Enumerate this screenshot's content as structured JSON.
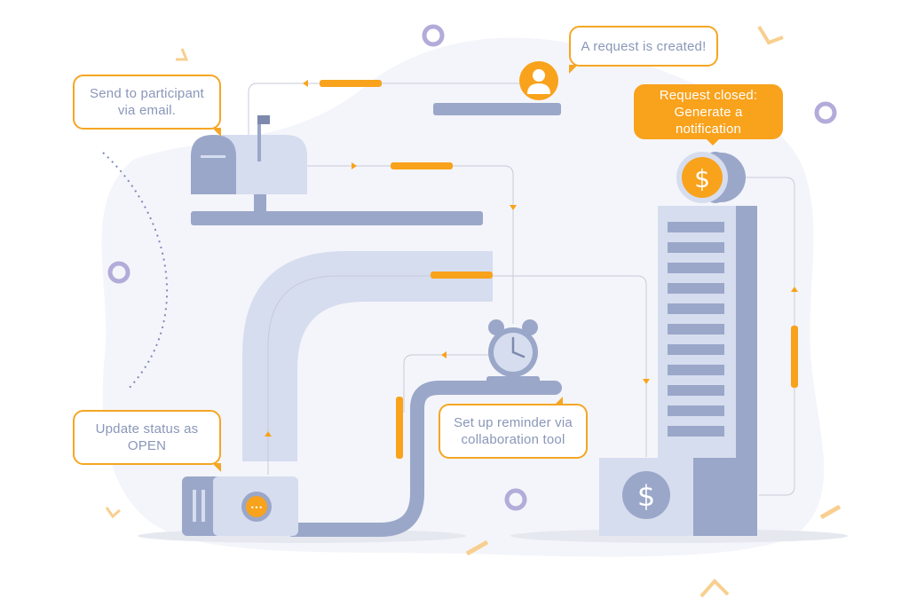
{
  "bubbles": {
    "send": "Send to participant via email.",
    "created": "A request is created!",
    "closed": "Request closed: Generate a notification",
    "update": "Update status as OPEN",
    "reminder": "Set up reminder via collaboration tool"
  },
  "icons": {
    "dollar": "$",
    "ellipsis": "•••"
  },
  "colors": {
    "accent": "#f9a21b",
    "steel": "#9aa7c9",
    "steel_light": "#d6ddef",
    "blob": "#f4f5fa",
    "text": "#8a97b8",
    "ring": "#b3abd9"
  }
}
